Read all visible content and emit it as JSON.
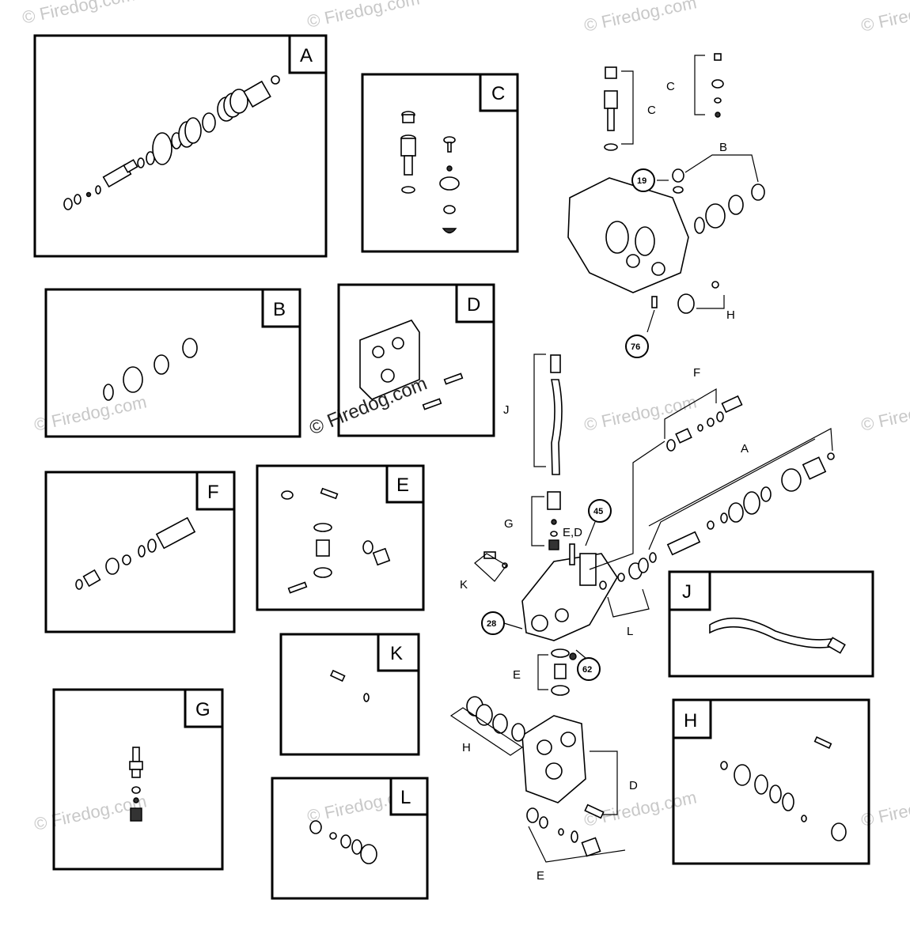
{
  "kits": {
    "A": "A",
    "B": "B",
    "C": "C",
    "D": "D",
    "E": "E",
    "F": "F",
    "G": "G",
    "H": "H",
    "J": "J",
    "K": "K",
    "L": "L"
  },
  "callouts": {
    "C_top_right": "C",
    "C_middle": "C",
    "B": "B",
    "H": "H",
    "F": "F",
    "A": "A",
    "J": "J",
    "G": "G",
    "ED": "E,D",
    "K": "K",
    "L": "L",
    "E_mid": "E",
    "H_lower": "H",
    "D_lower": "D",
    "E_lower": "E"
  },
  "refs": {
    "r19": "19",
    "r76": "76",
    "r45": "45",
    "r28": "28",
    "r62": "62"
  },
  "watermark": {
    "text": "© Firedog.com"
  }
}
